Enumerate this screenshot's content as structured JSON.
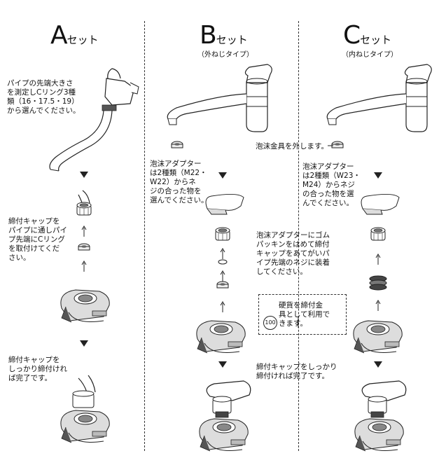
{
  "sections": [
    {
      "key": "A",
      "letter": "A",
      "suffix": "セット",
      "subtitle": ""
    },
    {
      "key": "B",
      "letter": "B",
      "suffix": "セット",
      "subtitle": "（外ねじタイプ）"
    },
    {
      "key": "C",
      "letter": "C",
      "suffix": "セット",
      "subtitle": "（内ねじタイプ）"
    }
  ],
  "notes": {
    "a_measure": "パイプの先端大きさ\nを測定しCリング3種\n類（16・17.5・19）\nから選んでください。",
    "a_attach": "締付キャップを\nパイプに通しパイ\nプ先端にCリング\nを取付けてくだ\nさい。",
    "a_done": "締付キャップを\nしっかり締付けれ\nば完了です。",
    "remove_aerator": "泡沫金具を外します。",
    "b_adapter": "泡沫アダプター\nは2種類（M22・\nW22）からネ\nジの合った物を\n選んでください。",
    "c_adapter": "泡沫アダプター\nは2種類（W23・\nM24）からネジ\nの合った物を選\nんでください。",
    "gasket": "泡沫アダプターにゴム\nパッキンをはめて締付\nキャップをあてがいパ\nイプ先端のネジに装着\nしてください。",
    "coin": "硬貨を締付金\n具として利用で\nきます。",
    "coin_value": "100",
    "bc_done": "締付キャップをしっかり\n締付ければ完了です。"
  }
}
